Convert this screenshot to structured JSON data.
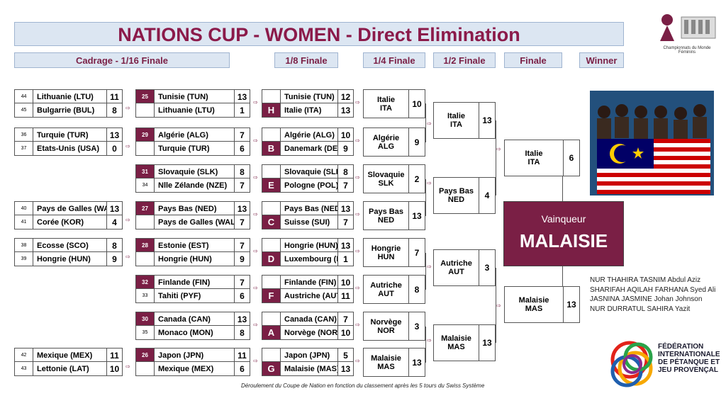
{
  "title": "NATIONS CUP - WOMEN - Direct Elimination",
  "headers": {
    "r0": "Cadrage - 1/16 Finale",
    "r1": "1/8 Finale",
    "r2": "1/4 Finale",
    "r3": "1/2 Finale",
    "r4": "Finale",
    "r5": "Winner"
  },
  "cadrage": [
    {
      "s1": "44",
      "t1": "Lithuanie (LTU)",
      "c1": "11",
      "s2": "45",
      "t2": "Bulgarrie (BUL)",
      "c2": "8"
    },
    {
      "s1": "36",
      "t1": "Turquie (TUR)",
      "c1": "13",
      "s2": "37",
      "t2": "Etats-Unis (USA)",
      "c2": "0"
    },
    {
      "s1": "40",
      "t1": "Pays de Galles (WAL)",
      "c1": "13",
      "s2": "41",
      "t2": "Corée (KOR)",
      "c2": "4"
    },
    {
      "s1": "38",
      "t1": "Ecosse (SCO)",
      "c1": "8",
      "s2": "39",
      "t2": "Hongrie (HUN)",
      "c2": "9"
    },
    {
      "s1": "42",
      "t1": "Mexique (MEX)",
      "c1": "11",
      "s2": "43",
      "t2": "Lettonie (LAT)",
      "c2": "10"
    }
  ],
  "r16": [
    {
      "s1": "25",
      "t1": "Tunisie (TUN)",
      "c1": "13",
      "s2": "",
      "t2": "Lithuanie (LTU)",
      "c2": "1"
    },
    {
      "s1": "29",
      "t1": "Algérie (ALG)",
      "c1": "7",
      "s2": "",
      "t2": "Turquie (TUR)",
      "c2": "6"
    },
    {
      "s1": "31",
      "t1": "Slovaquie (SLK)",
      "c1": "8",
      "s2": "34",
      "t2": "Nlle Zélande (NZE)",
      "c2": "7"
    },
    {
      "s1": "27",
      "t1": "Pays Bas (NED)",
      "c1": "13",
      "s2": "",
      "t2": "Pays de Galles (WAL)",
      "c2": "7"
    },
    {
      "s1": "28",
      "t1": "Estonie (EST)",
      "c1": "7",
      "s2": "",
      "t2": "Hongrie (HUN)",
      "c2": "9"
    },
    {
      "s1": "32",
      "t1": "Finlande (FIN)",
      "c1": "7",
      "s2": "33",
      "t2": "Tahiti (PYF)",
      "c2": "6"
    },
    {
      "s1": "30",
      "t1": "Canada (CAN)",
      "c1": "13",
      "s2": "35",
      "t2": "Monaco (MON)",
      "c2": "8"
    },
    {
      "s1": "26",
      "t1": "Japon (JPN)",
      "c1": "11",
      "s2": "",
      "t2": "Mexique (MEX)",
      "c2": "6"
    }
  ],
  "r8": [
    {
      "g": "H",
      "t1": "Tunisie (TUN)",
      "c1": "12",
      "t2": "Italie (ITA)",
      "c2": "13"
    },
    {
      "g": "B",
      "t1": "Algérie (ALG)",
      "c1": "10",
      "t2": "Danemark (DEN)",
      "c2": "9"
    },
    {
      "g": "E",
      "t1": "Slovaquie (SLK)",
      "c1": "8",
      "t2": "Pologne (POL)",
      "c2": "7"
    },
    {
      "g": "C",
      "t1": "Pays Bas (NED)",
      "c1": "13",
      "t2": "Suisse (SUI)",
      "c2": "7"
    },
    {
      "g": "D",
      "t1": "Hongrie (HUN)",
      "c1": "13",
      "t2": "Luxembourg (LUX)",
      "c2": "1"
    },
    {
      "g": "F",
      "t1": "Finlande (FIN)",
      "c1": "10",
      "t2": "Austriche (AUT)",
      "c2": "11"
    },
    {
      "g": "A",
      "t1": "Canada (CAN)",
      "c1": "7",
      "t2": "Norvège (NOR)",
      "c2": "10"
    },
    {
      "g": "G",
      "t1": "Japon (JPN)",
      "c1": "5",
      "t2": "Malaisie (MAS)",
      "c2": "13"
    }
  ],
  "qf": [
    {
      "a": "Italie",
      "b": "ITA",
      "s": "10"
    },
    {
      "a": "Algérie",
      "b": "ALG",
      "s": "9"
    },
    {
      "a": "Slovaquie",
      "b": "SLK",
      "s": "2"
    },
    {
      "a": "Pays Bas",
      "b": "NED",
      "s": "13"
    },
    {
      "a": "Hongrie",
      "b": "HUN",
      "s": "7"
    },
    {
      "a": "Autriche",
      "b": "AUT",
      "s": "8"
    },
    {
      "a": "Norvège",
      "b": "NOR",
      "s": "3"
    },
    {
      "a": "Malaisie",
      "b": "MAS",
      "s": "13"
    }
  ],
  "sf": [
    {
      "a": "Italie",
      "b": "ITA",
      "s": "13"
    },
    {
      "a": "Pays Bas",
      "b": "NED",
      "s": "4"
    },
    {
      "a": "Autriche",
      "b": "AUT",
      "s": "3"
    },
    {
      "a": "Malaisie",
      "b": "MAS",
      "s": "13"
    }
  ],
  "final": [
    {
      "a": "Italie",
      "b": "ITA",
      "s": "6"
    },
    {
      "a": "Malaisie",
      "b": "MAS",
      "s": "13"
    }
  ],
  "winner": {
    "label": "Vainqueur",
    "name": "MALAISIE"
  },
  "players": [
    "NUR THAHIRA TASNIM Abdul Aziz",
    "SHARIFAH AQILAH FARHANA Syed Ali",
    "JASNINA JASMINE Johan Johnson",
    "NUR DURRATUL SAHIRA Yazit"
  ],
  "footnote": "Déroulement du Coupe de Nation en fonction du classement après les 5 tours du Swiss Système",
  "logo": {
    "top": "Championnats du Monde",
    "bottom": "Féminins",
    "text": "FÉDÉRATION INTERNATIONALE DE PÉTANQUE ET JEU PROVENÇAL"
  },
  "colors": {
    "accent": "#7a1f45",
    "header_bg": "#dce6f2"
  }
}
